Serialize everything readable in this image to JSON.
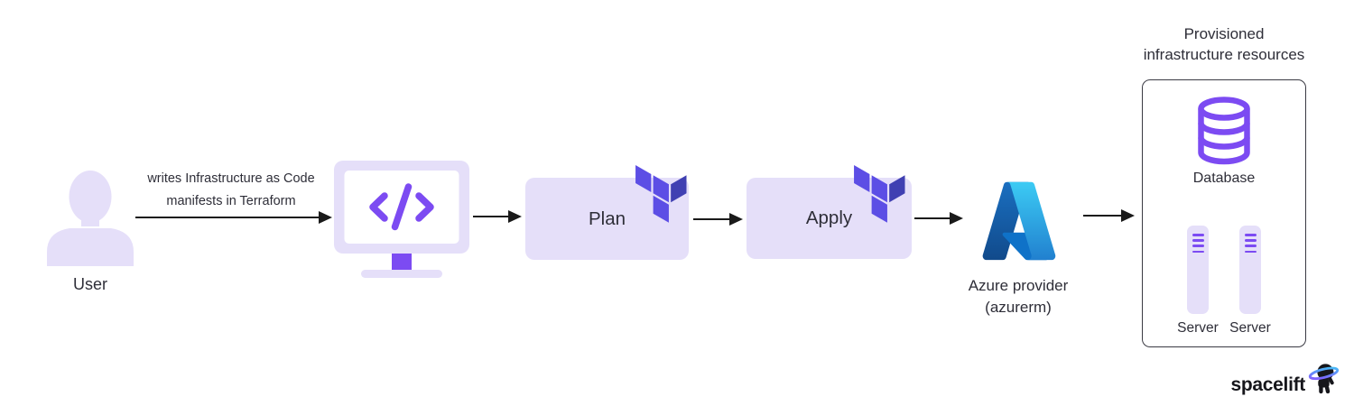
{
  "colors": {
    "accent": "#7C4BF2",
    "lavender": "#E5DFF9",
    "tf-light": "#5C4EE5",
    "tf-dark": "#4040B2",
    "text": "#2E2E38",
    "arrow": "#1A1A1A",
    "brand-dark": "#16161B",
    "azure-navy": "#114A8B",
    "azure-blue": "#0669BC",
    "azure-cyan": "#3CCBF4"
  },
  "user": {
    "label": "User"
  },
  "caption": {
    "line1": "writes Infrastructure as Code",
    "line2": "manifests in Terraform"
  },
  "steps": {
    "plan": "Plan",
    "apply": "Apply"
  },
  "azure": {
    "line1": "Azure provider",
    "line2": "(azurerm)"
  },
  "provisioned": {
    "title_line1": "Provisioned",
    "title_line2": "infrastructure resources",
    "database_label": "Database",
    "server1_label": "Server",
    "server2_label": "Server"
  },
  "brand": {
    "wordmark": "spacelift"
  }
}
